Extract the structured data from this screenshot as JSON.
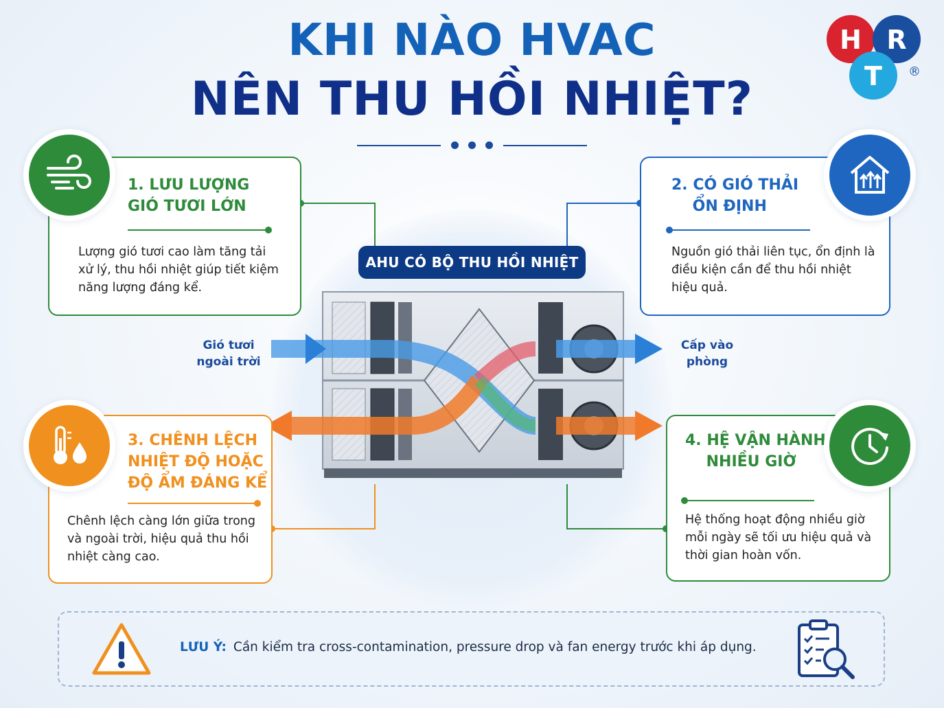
{
  "title": {
    "line1": "KHI NÀO HVAC",
    "line2": "NÊN THU HỒI NHIỆT?"
  },
  "logo": {
    "letters": [
      "H",
      "R",
      "T"
    ],
    "mark": "®"
  },
  "center": {
    "label": "AHU CÓ BỘ THU HỒI NHIỆT"
  },
  "flows": {
    "fresh_in": "Gió tươi\nngoài trời",
    "supply_out": "Cấp vào\nphòng"
  },
  "cards": [
    {
      "heading": "1. LƯU LƯỢNG\nGIÓ TƯƠI LỚN",
      "text": "Lượng gió tươi cao làm tăng tải xử lý, thu hồi nhiệt giúp tiết kiệm năng lượng đáng kể.",
      "color": "#2e8b3a",
      "icon": "wind-icon"
    },
    {
      "heading": "2. CÓ GIÓ THẢI\n    ỔN ĐỊNH",
      "text": "Nguồn gió thải liên tục, ổn định là điều kiện cần để thu hồi nhiệt hiệu quả.",
      "color": "#1e66c0",
      "icon": "house-exhaust-icon"
    },
    {
      "heading": "3. CHÊNH LỆCH\nNHIỆT ĐỘ HOẶC\nĐỘ ẨM ĐÁNG KỂ",
      "text": "Chênh lệch càng lớn giữa trong và ngoài trời, hiệu quả thu hồi nhiệt càng cao.",
      "color": "#f0901e",
      "icon": "thermometer-humidity-icon"
    },
    {
      "heading": "4. HỆ VẬN HÀNH\n    NHIỀU GIỜ",
      "text": "Hệ thống hoạt động nhiều giờ mỗi ngày sẽ tối ưu hiệu quả và thời gian hoàn vốn.",
      "color": "#2e8b3a",
      "icon": "clock-cycle-icon"
    }
  ],
  "note": {
    "label": "LƯU Ý:",
    "text": "Cần kiểm tra cross-contamination, pressure drop và fan energy trước khi áp dụng."
  },
  "colors": {
    "title_light": "#1461b8",
    "title_dark": "#0f2f88",
    "green": "#2e8b3a",
    "blue": "#1e66c0",
    "orange": "#f0901e",
    "navy": "#0d3a84"
  }
}
